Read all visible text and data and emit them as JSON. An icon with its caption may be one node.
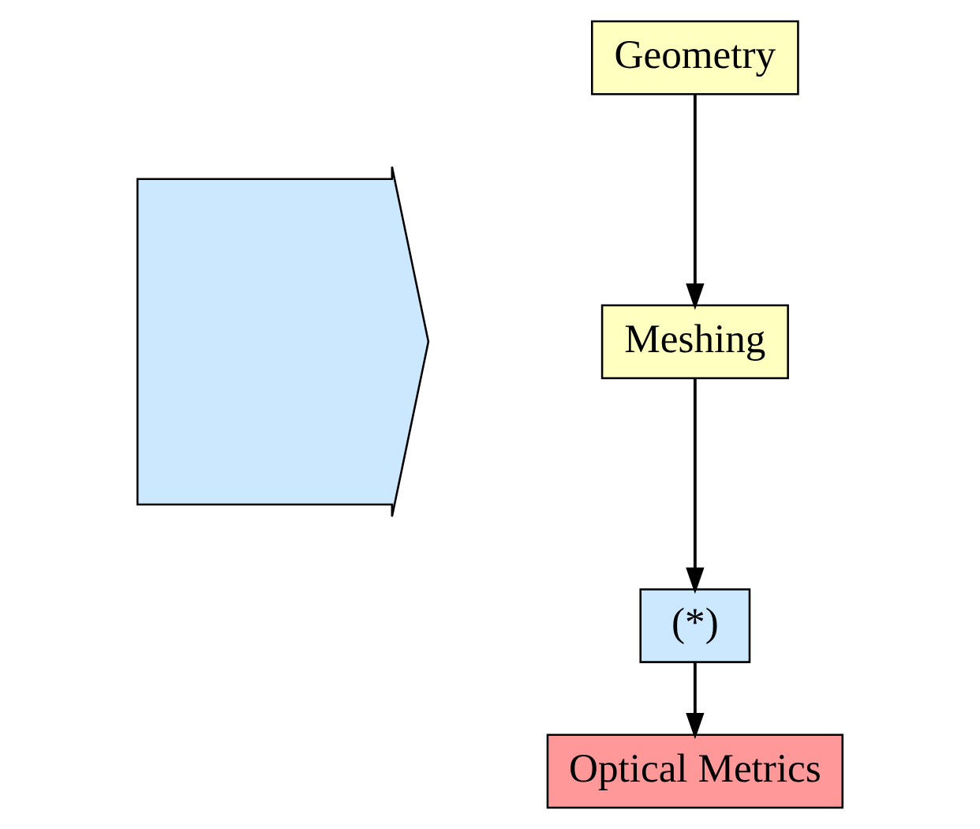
{
  "diagram": {
    "nodes": [
      {
        "text": [
          "Geometry"
        ]
      },
      {
        "text": [
          "Meshing"
        ]
      },
      {
        "text": [
          "(*)"
        ]
      },
      {
        "text": [
          "Optical Metrics"
        ]
      },
      {
        "text": [],
        "shape": "arrow"
      }
    ],
    "edges": [
      {
        "from": 0,
        "to": 1,
        "arrow": "to"
      },
      {
        "from": 1,
        "to": 2,
        "arrow": "to"
      },
      {
        "from": 2,
        "to": 3,
        "arrow": "to"
      }
    ]
  }
}
